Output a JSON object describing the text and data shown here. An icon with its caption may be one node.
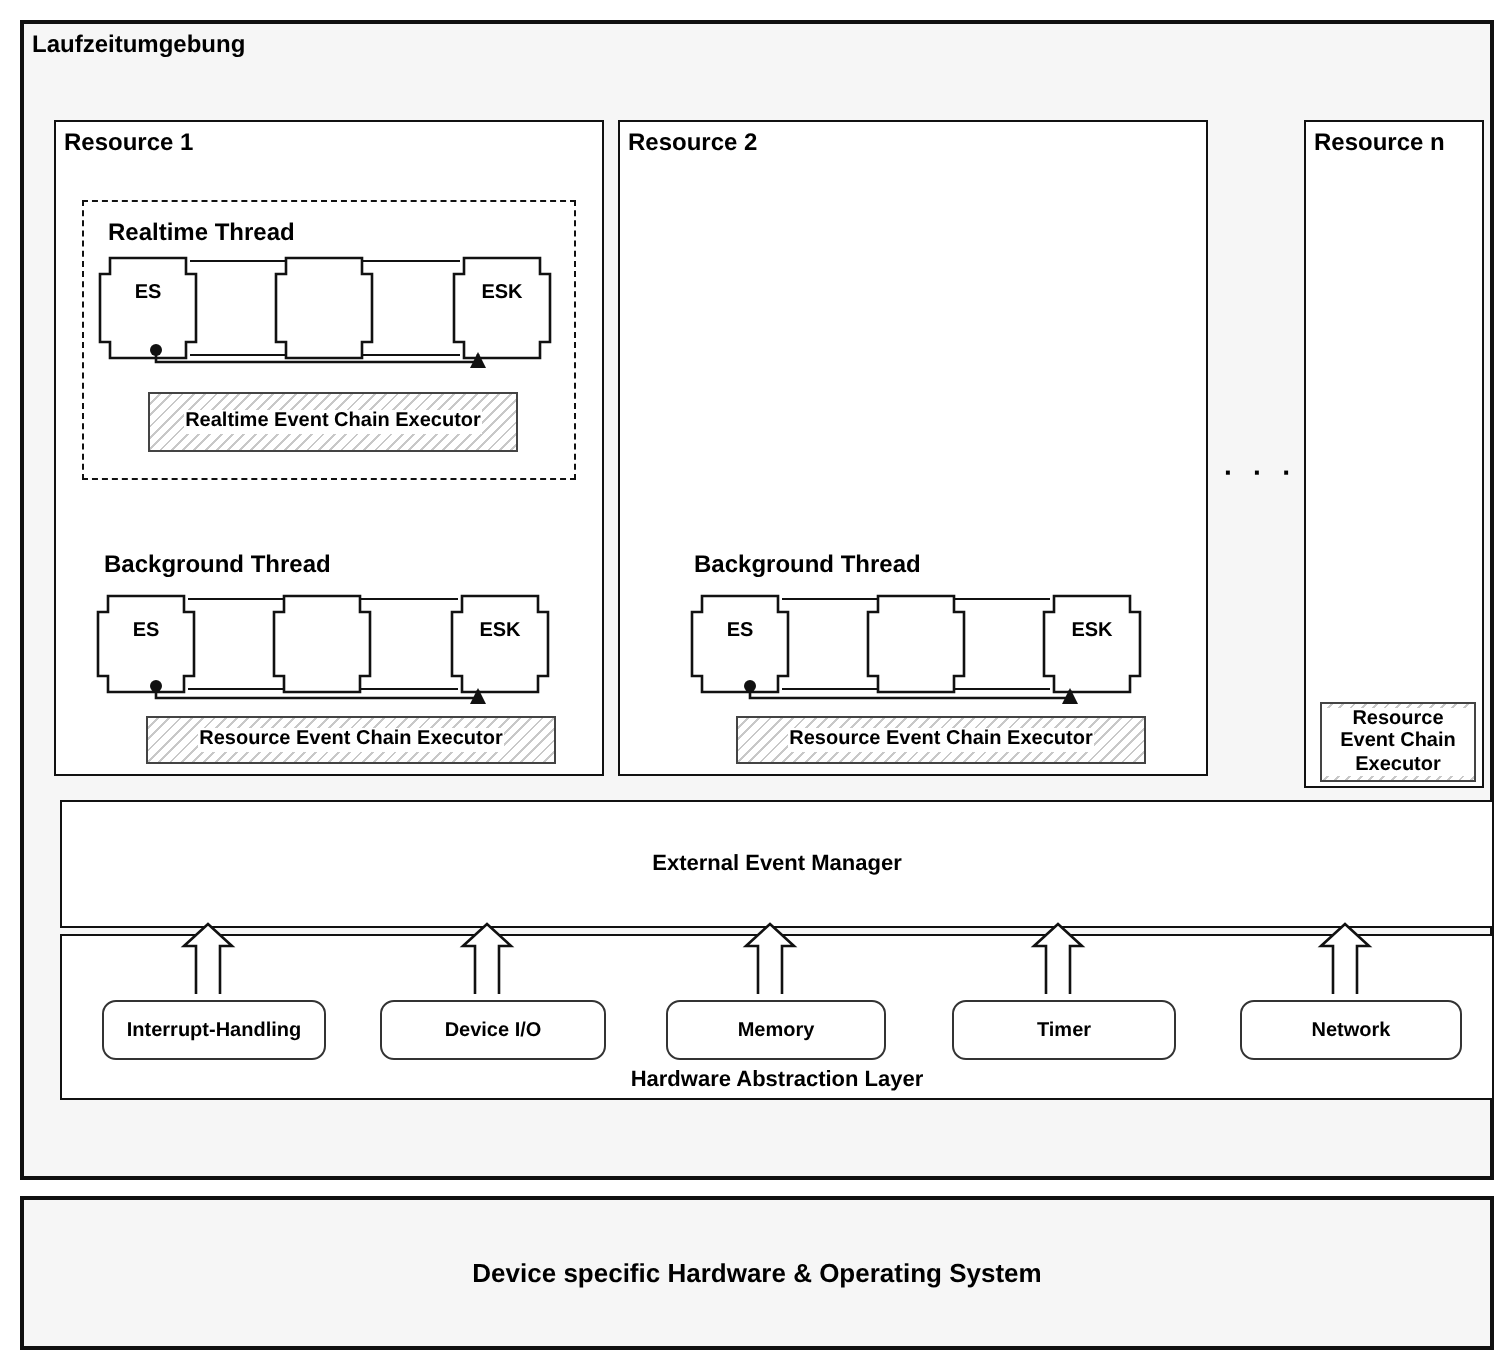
{
  "diagram": {
    "nodes": [
      {
        "text": [
          "Laufzeitumgebung"
        ]
      },
      {
        "text": [
          "Resource 1"
        ],
        "in": 0
      },
      {
        "text": [
          "Realtime Thread"
        ],
        "in": 1
      },
      {
        "text": [
          "ES"
        ],
        "in": 2
      },
      {
        "text": [],
        "shape": "box",
        "in": 2
      },
      {
        "text": [
          "ESK"
        ],
        "in": 2
      },
      {
        "text": [
          "Realtime Event Chain Executor"
        ],
        "in": 2
      },
      {
        "text": [
          "ES"
        ],
        "in": 1
      },
      {
        "text": [],
        "shape": "box",
        "in": 1
      },
      {
        "text": [
          "ESK"
        ],
        "in": 1
      },
      {
        "text": [
          "Resource Event Chain Executor"
        ],
        "in": 1
      },
      {
        "text": [
          "Resource 2"
        ],
        "in": 0
      },
      {
        "text": [
          "ES"
        ],
        "in": 11
      },
      {
        "text": [],
        "shape": "box",
        "in": 11
      },
      {
        "text": [
          "ESK"
        ],
        "in": 11
      },
      {
        "text": [
          "Resource Event Chain Executor"
        ],
        "in": 11
      },
      {
        "text": [
          "Resource n"
        ],
        "in": 0
      },
      {
        "text": [
          "Resource Event Chain Executor"
        ],
        "in": 16
      },
      {
        "text": [
          "External Event Manager"
        ],
        "in": 0
      },
      {
        "text": [
          "Hardware Abstraction Layer"
        ],
        "in": 0
      },
      {
        "text": [
          "Interrupt-Handling"
        ],
        "in": 19
      },
      {
        "text": [
          "Device I/O"
        ],
        "in": 19
      },
      {
        "text": [
          "Memory"
        ],
        "in": 19
      },
      {
        "text": [
          "Timer"
        ],
        "in": 19
      },
      {
        "text": [
          "Network"
        ],
        "in": 19
      },
      {
        "text": [
          "Device specific Hardware & Operating System"
        ]
      }
    ],
    "edges": [
      {
        "from": 3,
        "to": 5,
        "arrow": "to"
      },
      {
        "from": 7,
        "to": 9,
        "arrow": "to"
      },
      {
        "from": 12,
        "to": 14,
        "arrow": "to"
      },
      {
        "from": 20,
        "to": 18,
        "arrow": "to",
        "style": "thick"
      },
      {
        "from": 21,
        "to": 18,
        "arrow": "to",
        "style": "thick"
      },
      {
        "from": 22,
        "to": 18,
        "arrow": "to",
        "style": "thick"
      },
      {
        "from": 23,
        "to": 18,
        "arrow": "to",
        "style": "thick"
      },
      {
        "from": 24,
        "to": 18,
        "arrow": "to",
        "style": "thick"
      }
    ],
    "labels": [
      "· · ·",
      "Background Thread",
      "Background Thread"
    ]
  }
}
